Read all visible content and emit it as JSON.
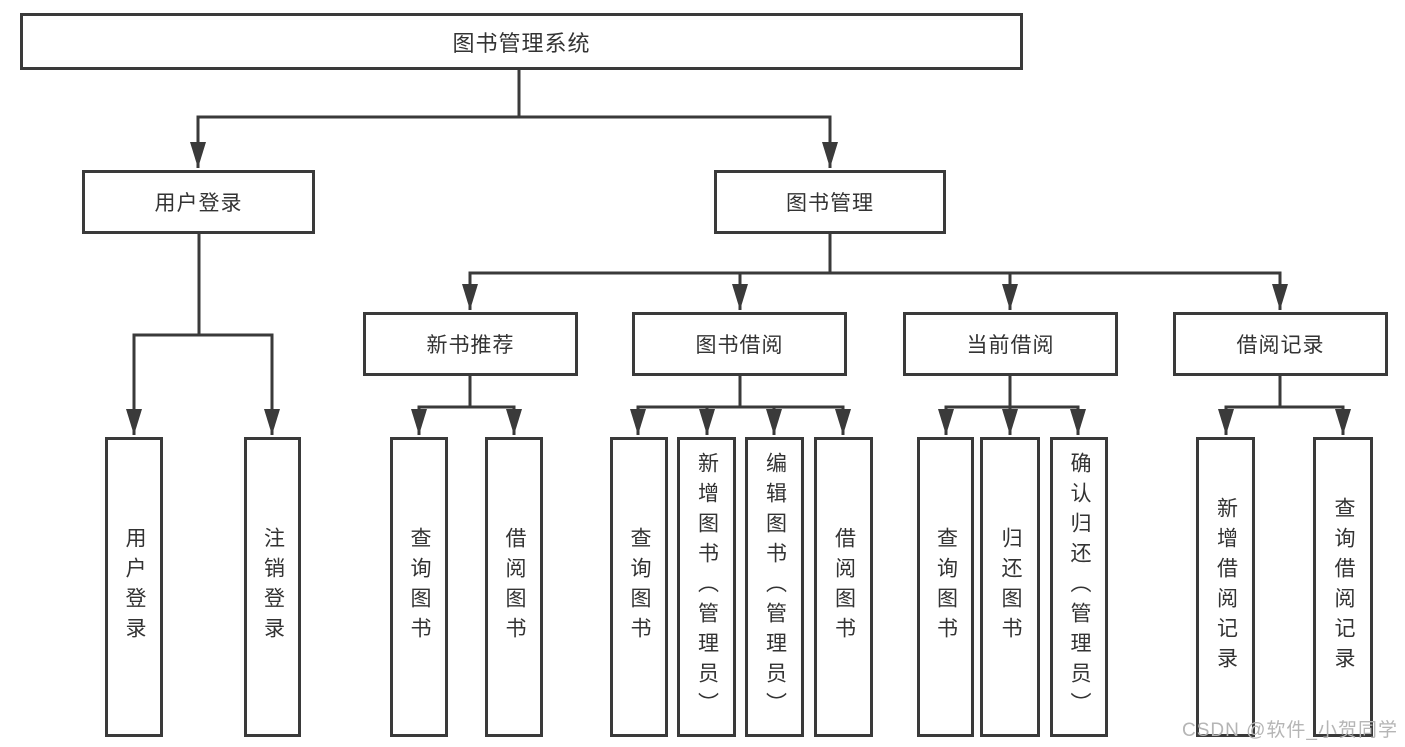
{
  "tree": {
    "root": {
      "label": "图书管理系统"
    },
    "branches": [
      {
        "label": "用户登录",
        "children": [
          {
            "label": "用户登录"
          },
          {
            "label": "注销登录"
          }
        ]
      },
      {
        "label": "图书管理",
        "children": [
          {
            "label": "新书推荐",
            "children": [
              {
                "label": "查询图书"
              },
              {
                "label": "借阅图书"
              }
            ]
          },
          {
            "label": "图书借阅",
            "children": [
              {
                "label": "查询图书"
              },
              {
                "label": "新增图书（管理员）"
              },
              {
                "label": "编辑图书（管理员）"
              },
              {
                "label": "借阅图书"
              }
            ]
          },
          {
            "label": "当前借阅",
            "children": [
              {
                "label": "查询图书"
              },
              {
                "label": "归还图书"
              },
              {
                "label": "确认归还（管理员）"
              }
            ]
          },
          {
            "label": "借阅记录",
            "children": [
              {
                "label": "新增借阅记录"
              },
              {
                "label": "查询借阅记录"
              }
            ]
          }
        ]
      }
    ]
  },
  "watermark": {
    "text": "CSDN @软件_小贺同学"
  },
  "colors": {
    "line": "#3a3a3a",
    "box_border": "#3a3a3a",
    "text": "#333333",
    "background": "#ffffff",
    "watermark": "#b5b5b5"
  }
}
